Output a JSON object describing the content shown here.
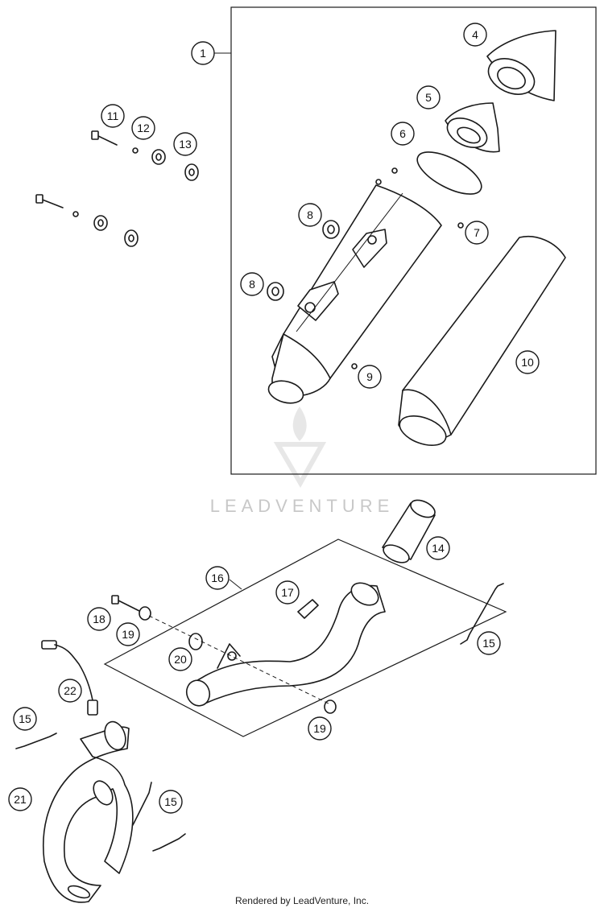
{
  "callouts": [
    "1",
    "4",
    "5",
    "6",
    "7",
    "8",
    "8",
    "9",
    "10",
    "11",
    "12",
    "13",
    "14",
    "15",
    "15",
    "15",
    "16",
    "17",
    "18",
    "19",
    "19",
    "20",
    "21",
    "22"
  ],
  "watermark": {
    "brand": "LEADVENTURE"
  },
  "footer": {
    "text": "Rendered by LeadVenture, Inc."
  }
}
